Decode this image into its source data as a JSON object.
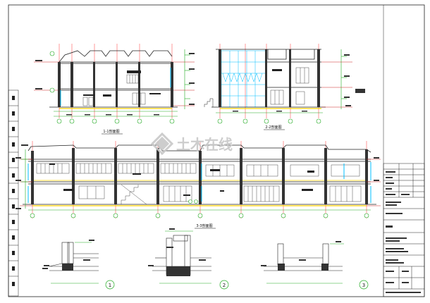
{
  "drawing": {
    "background": "#ffffff",
    "line_colors": {
      "frame": "#222222",
      "structure": "#2a2a2a",
      "grid_axis": "#ff3333",
      "dimension": "#22aa22",
      "level_marker": "#cc2222",
      "glass": "#00bfff",
      "floor_line": "#ffd400",
      "watermark": "#c8c8c8"
    },
    "views": {
      "section_1_1": {
        "title": "1-1剖面图"
      },
      "section_2_2": {
        "title": "2-2剖面图"
      },
      "section_3_3": {
        "title": "3-3剖面图"
      },
      "detail_1": {
        "number": "1"
      },
      "detail_2": {
        "number": "2"
      },
      "detail_3": {
        "number": "3"
      }
    },
    "watermark": {
      "text": "土木在线"
    },
    "title_block": {
      "rows": 14,
      "columns": 3
    }
  }
}
